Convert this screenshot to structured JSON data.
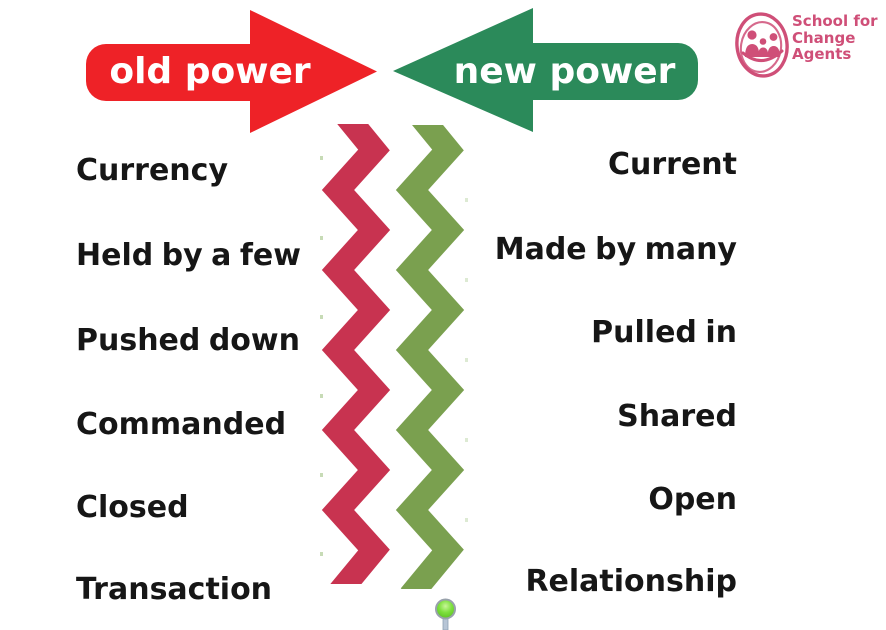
{
  "header": {
    "old_power_label": "old power",
    "new_power_label": "new power",
    "old_arrow_color": "#ee2227",
    "new_arrow_color": "#2b8a5a"
  },
  "logo": {
    "line1": "School for",
    "line2": "Change",
    "line3": "Agents",
    "color": "#cf4f78",
    "icon": "people-in-circle-icon"
  },
  "comparison": {
    "rows": [
      {
        "old": "Currency",
        "new": "Current"
      },
      {
        "old": "Held by a few",
        "new": "Made by many"
      },
      {
        "old": "Pushed down",
        "new": "Pulled in"
      },
      {
        "old": "Commanded",
        "new": "Shared"
      },
      {
        "old": "Closed",
        "new": "Open"
      },
      {
        "old": "Transaction",
        "new": "Relationship"
      }
    ],
    "zigzag_old_color": "#c83350",
    "zigzag_new_color": "#7aa04f"
  },
  "pin": {
    "fill_color": "#7de03d",
    "ring_color": "#98a1ab"
  }
}
